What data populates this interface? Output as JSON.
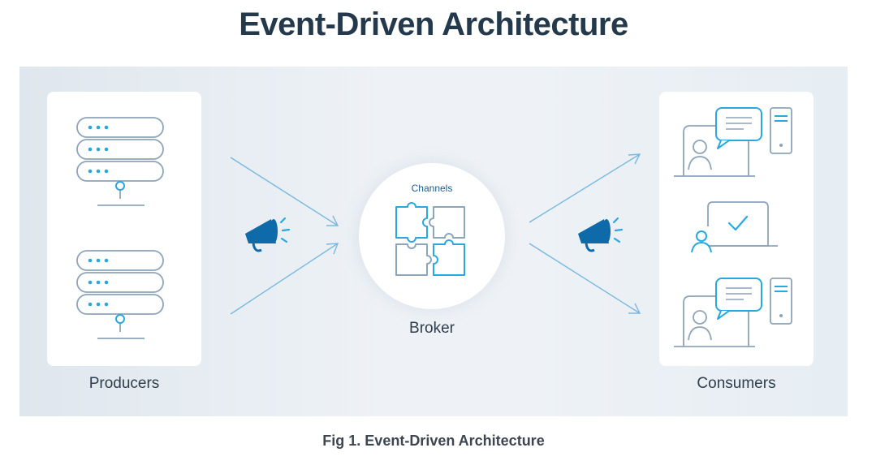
{
  "title": "Event-Driven Architecture",
  "diagram": {
    "producers_label": "Producers",
    "consumers_label": "Consumers",
    "channels_label": "Channels",
    "broker_label": "Broker"
  },
  "caption": "Fig 1. Event-Driven Architecture",
  "colors": {
    "title": "#243a4c",
    "accent_blue": "#29a8e0",
    "line_gray": "#8ea4b8",
    "megaphone": "#0e6aa8",
    "panel_bg": "#eef2f6"
  },
  "icons": [
    "server-icon",
    "megaphone-icon",
    "puzzle-icon",
    "user-workstation-icon",
    "chat-icon",
    "checkmark-icon",
    "desktop-tower-icon"
  ]
}
